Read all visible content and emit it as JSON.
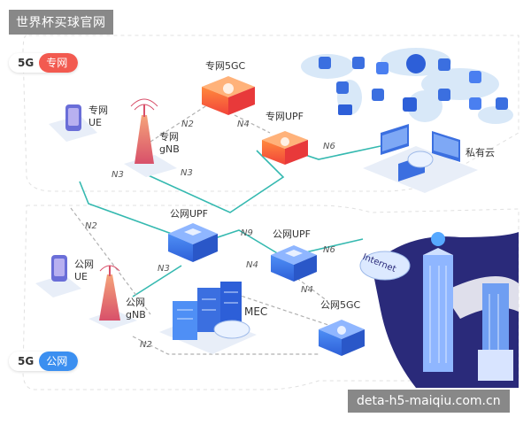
{
  "watermark": {
    "top": "世界杯买球官网",
    "bottom": "deta-h5-maiqiu.com.cn"
  },
  "zones": {
    "private": {
      "number": "5G",
      "label": "专网"
    },
    "public": {
      "number": "5G",
      "label": "公网"
    }
  },
  "nodes": {
    "private_ue": {
      "line1": "专网",
      "line2": "UE"
    },
    "private_gnb": {
      "line1": "专网",
      "line2": "gNB"
    },
    "private_5gc": "专网5GC",
    "private_upf": "专网UPF",
    "private_cloud": "私有云",
    "public_upf_1": "公网UPF",
    "public_upf_2": "公网UPF",
    "public_ue": {
      "line1": "公网",
      "line2": "UE"
    },
    "public_gnb": {
      "line1": "公网",
      "line2": "gNB"
    },
    "mec": "MEC",
    "public_5gc": "公网5GC",
    "internet": "Internet"
  },
  "interfaces": {
    "n2_private": "N2",
    "n4_private": "N4",
    "n3_private_gnb": "N3",
    "n3_private_upf": "N3",
    "n6_private": "N6",
    "n2_public_top": "N2",
    "n9": "N9",
    "n3_public": "N3",
    "n4_public_a": "N4",
    "n4_public_b": "N4",
    "n6_public": "N6",
    "n2_public_bottom": "N2"
  },
  "colors": {
    "private_accent": "#f25a50",
    "public_accent": "#3b8ff0",
    "link_teal": "#35b9b0",
    "city_navy": "#2a2a7a"
  }
}
